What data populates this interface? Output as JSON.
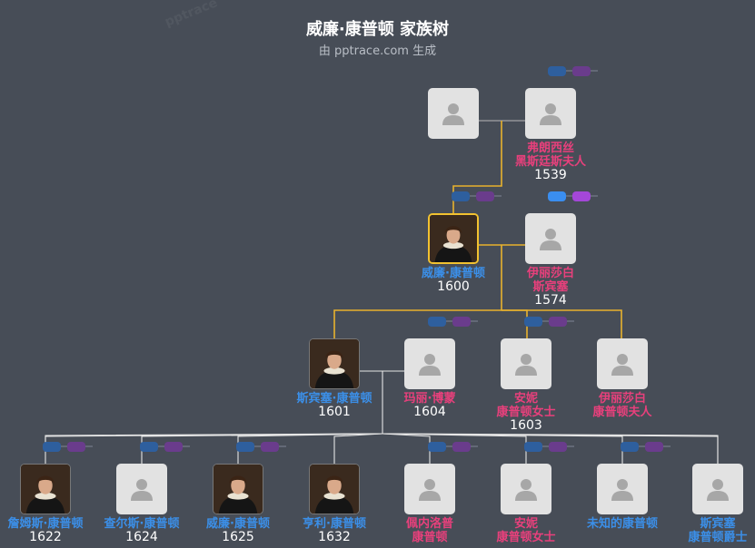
{
  "header": {
    "title": "威廉·康普顿 家族树",
    "subtitle": "由 pptrace.com 生成",
    "watermark": "pptrace"
  },
  "colors": {
    "background": "#474d57",
    "male": "#3b8fe8",
    "female": "#e8407c",
    "highlight_border": "#f2c230",
    "line_gold": "#e8b22d",
    "line_white": "#e6e6e6"
  },
  "people": [
    {
      "id": "gf1",
      "gender": "m",
      "name_lines": [],
      "year": "",
      "photo": false
    },
    {
      "id": "gm1",
      "gender": "f",
      "name_lines": [
        "弗朗西丝",
        "黑斯廷斯夫人"
      ],
      "year": "1539",
      "photo": false
    },
    {
      "id": "self",
      "gender": "m",
      "name_lines": [
        "威廉·康普顿"
      ],
      "year": "1600",
      "photo": true,
      "highlight": true
    },
    {
      "id": "wife",
      "gender": "f",
      "name_lines": [
        "伊丽莎白",
        "斯宾塞"
      ],
      "year": "1574",
      "photo": false
    },
    {
      "id": "c1",
      "gender": "m",
      "name_lines": [
        "斯宾塞·康普顿"
      ],
      "year": "1601",
      "photo": true
    },
    {
      "id": "c1w",
      "gender": "f",
      "name_lines": [
        "玛丽·博蒙"
      ],
      "year": "1604",
      "photo": false
    },
    {
      "id": "c2",
      "gender": "f",
      "name_lines": [
        "安妮",
        "康普顿女士"
      ],
      "year": "1603",
      "photo": false
    },
    {
      "id": "c3",
      "gender": "f",
      "name_lines": [
        "伊丽莎白",
        "康普顿夫人"
      ],
      "year": "",
      "photo": false
    },
    {
      "id": "g1",
      "gender": "m",
      "name_lines": [
        "詹姆斯·康普顿"
      ],
      "year": "1622",
      "photo": true
    },
    {
      "id": "g2",
      "gender": "m",
      "name_lines": [
        "查尔斯·康普顿"
      ],
      "year": "1624",
      "photo": false
    },
    {
      "id": "g3",
      "gender": "m",
      "name_lines": [
        "威廉·康普顿"
      ],
      "year": "1625",
      "photo": true
    },
    {
      "id": "g4",
      "gender": "m",
      "name_lines": [
        "亨利·康普顿"
      ],
      "year": "1632",
      "photo": true
    },
    {
      "id": "g5",
      "gender": "f",
      "name_lines": [
        "佩内洛普",
        "康普顿"
      ],
      "year": "",
      "photo": false
    },
    {
      "id": "g6",
      "gender": "f",
      "name_lines": [
        "安妮",
        "康普顿女士"
      ],
      "year": "",
      "photo": false
    },
    {
      "id": "g7",
      "gender": "m",
      "name_lines": [
        "未知的康普顿"
      ],
      "year": "",
      "photo": false
    },
    {
      "id": "g8",
      "gender": "m",
      "name_lines": [
        "斯宾塞",
        "康普顿爵士"
      ],
      "year": "",
      "photo": false
    }
  ]
}
